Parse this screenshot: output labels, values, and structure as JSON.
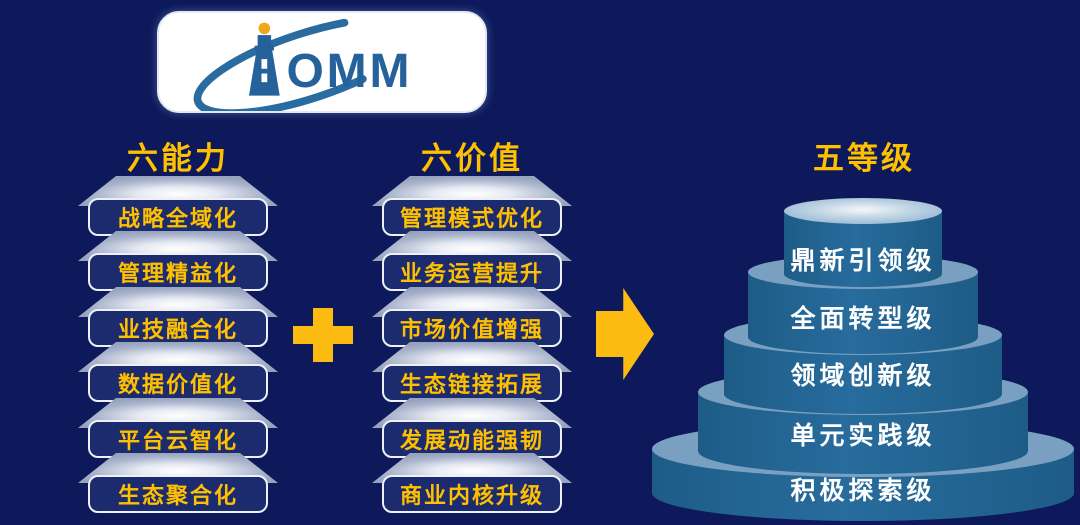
{
  "logo": {
    "text": "OMM",
    "icon": "lighthouse-with-orbit"
  },
  "columns": [
    {
      "id": "capabilities",
      "header": "六能力",
      "items": [
        "战略全域化",
        "管理精益化",
        "业技融合化",
        "数据价值化",
        "平台云智化",
        "生态聚合化"
      ]
    },
    {
      "id": "values",
      "header": "六价值",
      "items": [
        "管理模式优化",
        "业务运营提升",
        "市场价值增强",
        "生态链接拓展",
        "发展动能强韧",
        "商业内核升级"
      ]
    }
  ],
  "levels": {
    "header": "五等级",
    "tiers": [
      "鼎新引领级",
      "全面转型级",
      "领域创新级",
      "单元实践级",
      "积极探索级"
    ]
  },
  "operators": {
    "plus": "plus-icon",
    "arrow": "arrow-right-icon"
  },
  "colors": {
    "background": "#0D195A",
    "accent_gold": "#FFC000",
    "shape_gold": "#FBBB10",
    "pill_fill": "#1B2B6E",
    "pill_border": "#EDF0F8",
    "platform_silver": "#A9B4CC",
    "cylinder_body": "#20628F",
    "cylinder_top": "#7AA0C1",
    "logo_blue": "#25619B",
    "logo_orange": "#F2A71B"
  }
}
